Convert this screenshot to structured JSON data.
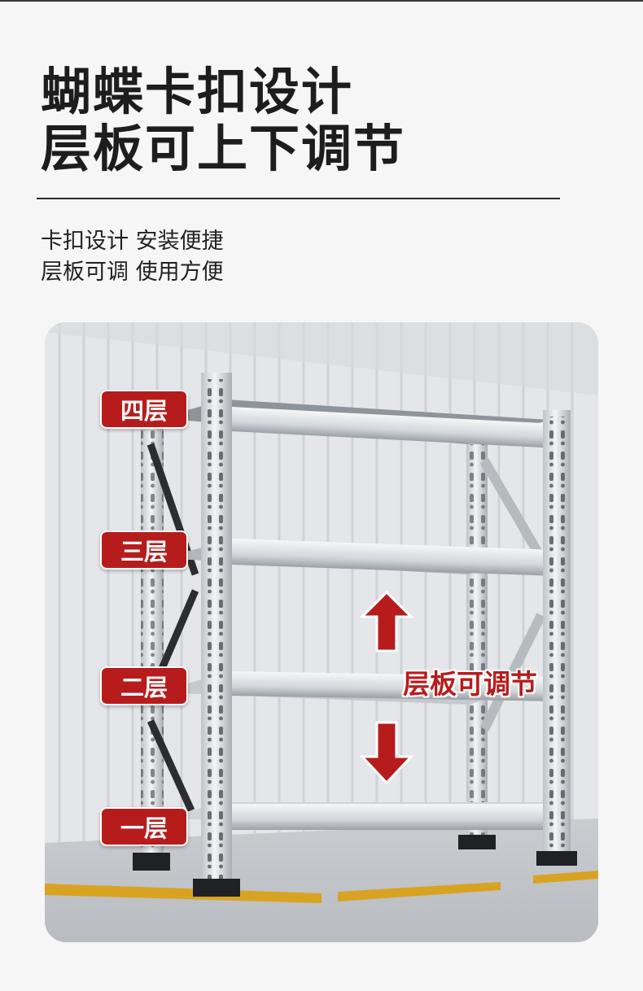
{
  "headline": {
    "line1": "蝴蝶卡扣设计",
    "line2": "层板可上下调节"
  },
  "subtitle": {
    "line1": "卡扣设计 安装便捷",
    "line2": "层板可调 使用方便"
  },
  "tiers": [
    "四层",
    "三层",
    "二层",
    "一层"
  ],
  "adjust_label": "层板可调节",
  "colors": {
    "accent": "#b71c1c",
    "text": "#1d1d1d",
    "background": "#f6f6f6"
  },
  "icons": [
    "arrow-up-icon",
    "arrow-down-icon"
  ]
}
